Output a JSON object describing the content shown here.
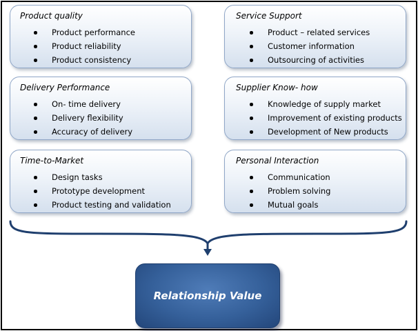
{
  "cards": [
    {
      "title": "Product quality",
      "items": [
        "Product performance",
        "Product reliability",
        "Product consistency"
      ]
    },
    {
      "title": "Service Support",
      "items": [
        "Product – related services",
        "Customer information",
        "Outsourcing of activities"
      ]
    },
    {
      "title": "Delivery Performance",
      "items": [
        "On- time delivery",
        "Delivery flexibility",
        "Accuracy of delivery"
      ]
    },
    {
      "title": "Supplier Know- how",
      "items": [
        "Knowledge of supply market",
        "Improvement of existing products",
        "Development of New products"
      ]
    },
    {
      "title": "Time-to-Market",
      "items": [
        "Design tasks",
        "Prototype development",
        "Product testing and validation"
      ]
    },
    {
      "title": "Personal Interaction",
      "items": [
        "Communication",
        "Problem solving",
        "Mutual goals"
      ]
    }
  ],
  "result": {
    "label": "Relationship Value"
  },
  "colors": {
    "card_border": "#8fa6c7",
    "result_fill": "#35609a",
    "connector": "#1f3f6e"
  }
}
